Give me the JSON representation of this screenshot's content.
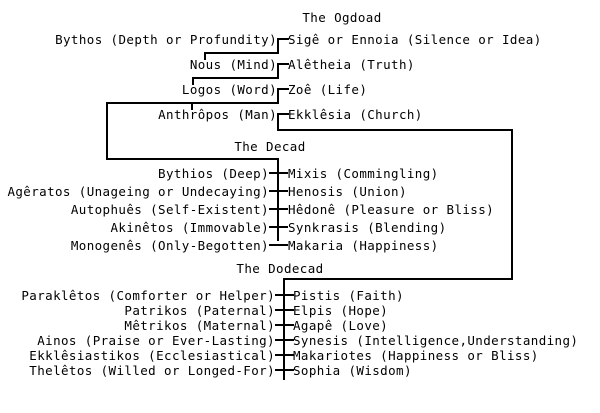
{
  "sections": {
    "ogdoad": {
      "heading": "The Ogdoad",
      "pairs": [
        {
          "left": "Bythos (Depth or Profundity)",
          "right": "Sigê or Ennoia (Silence or Idea)"
        },
        {
          "left": "Nous (Mind)",
          "right": "Alêtheia (Truth)"
        },
        {
          "left": "Logos (Word)",
          "right": "Zoê (Life)"
        },
        {
          "left": "Anthrôpos (Man)",
          "right": "Ekklêsia (Church)"
        }
      ]
    },
    "decad": {
      "heading": "The Decad",
      "pairs": [
        {
          "left": "Bythios (Deep)",
          "right": "Mixis (Commingling)"
        },
        {
          "left": "Agêratos (Unageing or Undecaying)",
          "right": "Henosis (Union)"
        },
        {
          "left": "Autophuês (Self-Existent)",
          "right": "Hêdonê (Pleasure or Bliss)"
        },
        {
          "left": "Akinêtos (Immovable)",
          "right": "Synkrasis (Blending)"
        },
        {
          "left": "Monogenês (Only-Begotten)",
          "right": "Makaria (Happiness)"
        }
      ]
    },
    "dodecad": {
      "heading": "The Dodecad",
      "pairs": [
        {
          "left": "Paraklêtos (Comforter or Helper)",
          "right": "Pistis (Faith)"
        },
        {
          "left": "Patrikos (Paternal)",
          "right": "Elpis (Hope)"
        },
        {
          "left": "Mêtrikos (Maternal)",
          "right": "Agapê (Love)"
        },
        {
          "left": "Ainos (Praise or Ever-Lasting)",
          "right": "Synesis (Intelligence,Understanding)"
        },
        {
          "left": "Ekklêsiastikos (Ecclesiastical)",
          "right": "Makariotes (Happiness or Bliss)"
        },
        {
          "left": "Thelêtos (Willed or Longed-For)",
          "right": "Sophia (Wisdom)"
        }
      ]
    }
  },
  "colors": {
    "line": "#000000",
    "text": "#000000",
    "background": "#ffffff"
  }
}
